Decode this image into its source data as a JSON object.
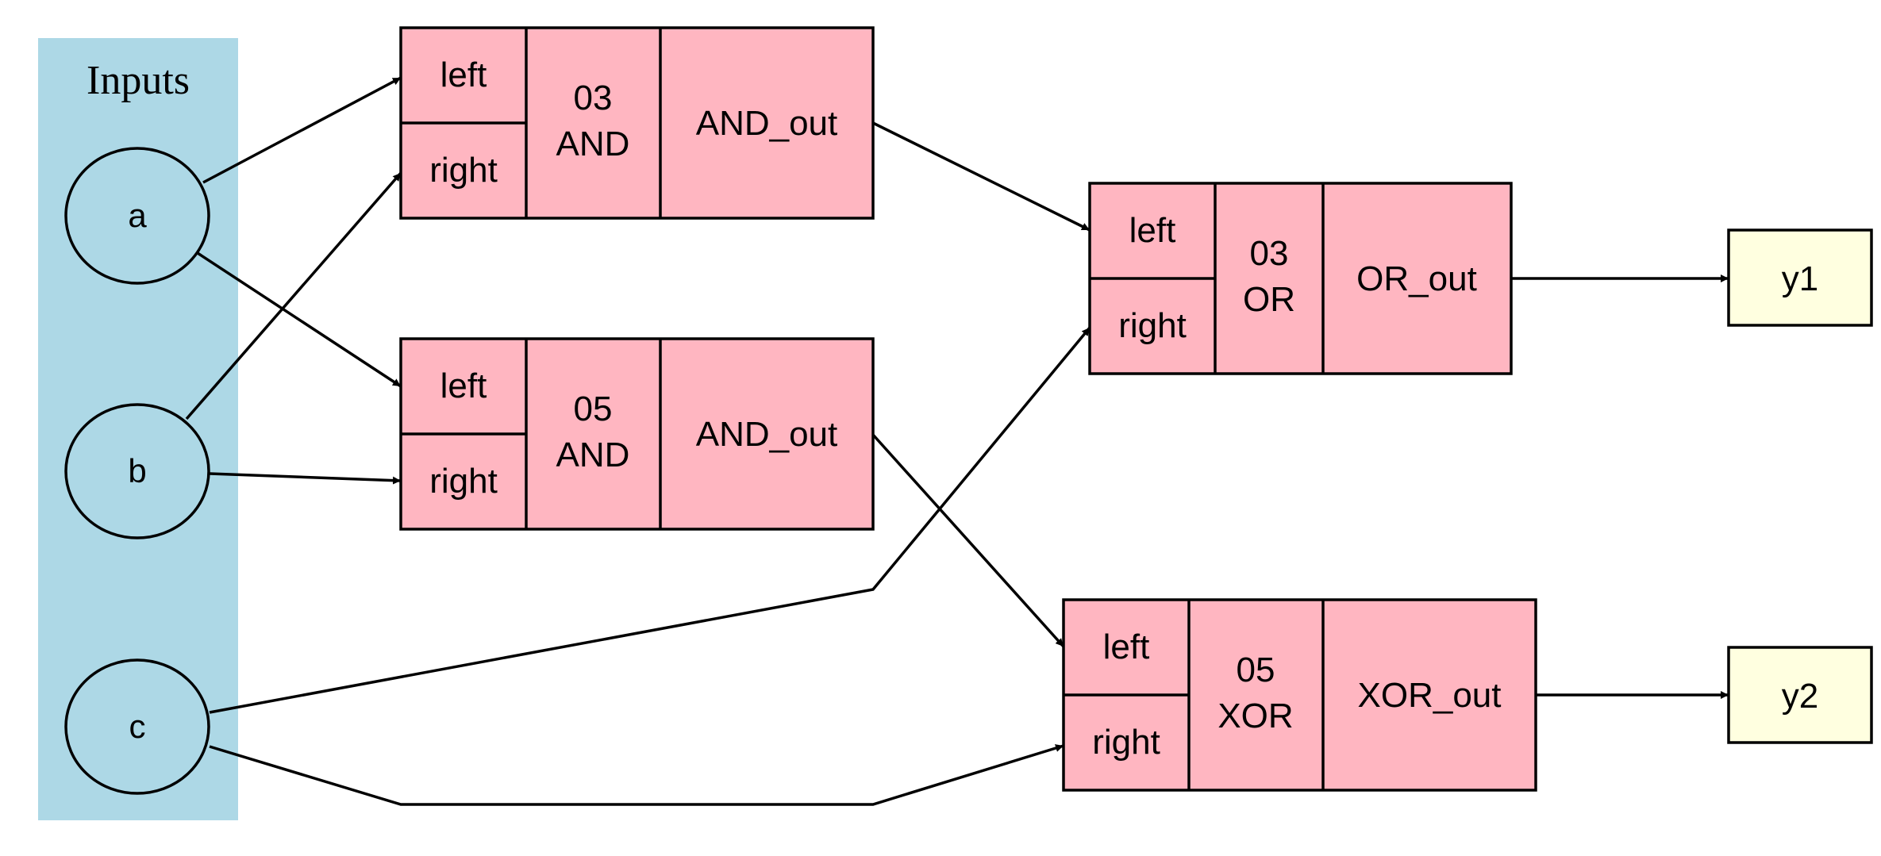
{
  "colors": {
    "cluster_fill": "#add8e6",
    "gate_fill": "#ffb6c1",
    "output_fill": "#ffffe0",
    "stroke": "#000000"
  },
  "cluster": {
    "label": "Inputs"
  },
  "inputs": [
    {
      "id": "a",
      "label": "a"
    },
    {
      "id": "b",
      "label": "b"
    },
    {
      "id": "c",
      "label": "c"
    }
  ],
  "gates": [
    {
      "id": "and03",
      "ports": [
        "left",
        "right"
      ],
      "id_line": "03",
      "type_line": "AND",
      "out": "AND_out"
    },
    {
      "id": "and05",
      "ports": [
        "left",
        "right"
      ],
      "id_line": "05",
      "type_line": "AND",
      "out": "AND_out"
    },
    {
      "id": "or03",
      "ports": [
        "left",
        "right"
      ],
      "id_line": "03",
      "type_line": "OR",
      "out": "OR_out"
    },
    {
      "id": "xor05",
      "ports": [
        "left",
        "right"
      ],
      "id_line": "05",
      "type_line": "XOR",
      "out": "XOR_out"
    }
  ],
  "outputs": [
    {
      "id": "y1",
      "label": "y1"
    },
    {
      "id": "y2",
      "label": "y2"
    }
  ],
  "edges": [
    {
      "from": "a",
      "to": "and03.left"
    },
    {
      "from": "b",
      "to": "and03.right"
    },
    {
      "from": "a",
      "to": "and05.left"
    },
    {
      "from": "b",
      "to": "and05.right"
    },
    {
      "from": "and03.out",
      "to": "or03.left"
    },
    {
      "from": "c",
      "to": "or03.right"
    },
    {
      "from": "and05.out",
      "to": "xor05.left"
    },
    {
      "from": "c",
      "to": "xor05.right"
    },
    {
      "from": "or03.out",
      "to": "y1"
    },
    {
      "from": "xor05.out",
      "to": "y2"
    }
  ]
}
